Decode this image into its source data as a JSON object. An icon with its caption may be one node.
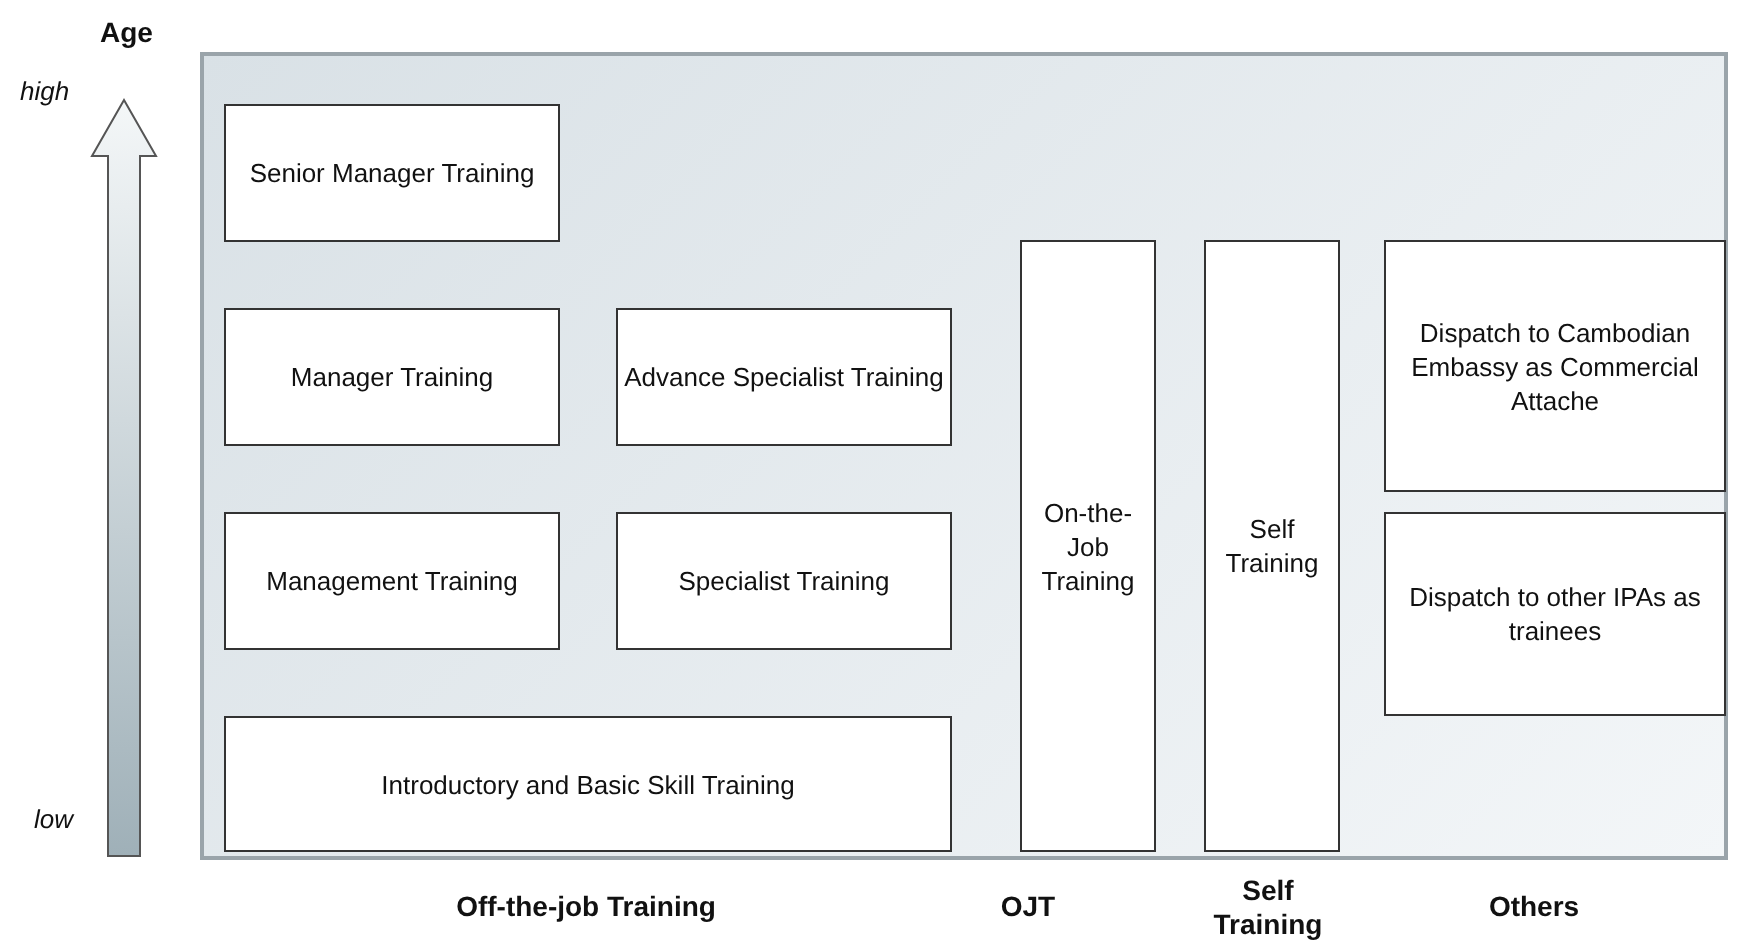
{
  "diagram": {
    "nodes": [
      {
        "text": [],
        "shape": "box"
      },
      {
        "text": [
          "Senior Manager Training"
        ],
        "in": 0
      },
      {
        "text": [
          "Manager Training"
        ],
        "in": 0
      },
      {
        "text": [
          "Advance Specialist Training"
        ],
        "in": 0
      },
      {
        "text": [
          "On-the-Job Training"
        ],
        "in": 0
      },
      {
        "text": [
          "Self Training"
        ],
        "in": 0
      },
      {
        "text": [
          "Dispatch to Cambodian Embassy as Commercial Attache"
        ],
        "in": 0
      },
      {
        "text": [
          "Management Training"
        ],
        "in": 0
      },
      {
        "text": [
          "Specialist Training"
        ],
        "in": 0
      },
      {
        "text": [
          "Dispatch to other IPAs as trainees"
        ],
        "in": 0
      },
      {
        "text": [
          "Introductory and Basic Skill Training"
        ],
        "in": 0
      }
    ],
    "edges": [],
    "labels": [
      "Age",
      "high",
      "low",
      "Off-the-job Training",
      "OJT",
      "Self Training",
      "Others"
    ]
  }
}
